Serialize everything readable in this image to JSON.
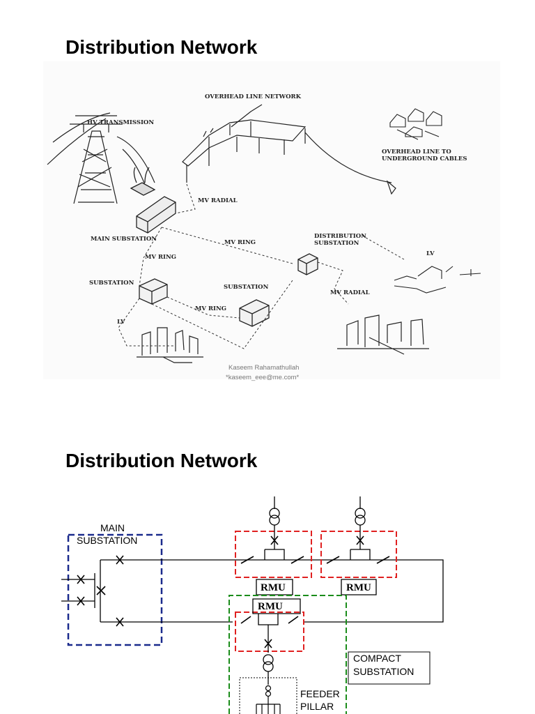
{
  "slides": [
    {
      "title": "Distribution Network"
    },
    {
      "title": "Distribution Network"
    }
  ],
  "sketch": {
    "labels": {
      "overhead_line_network": "OVERHEAD LINE NETWORK",
      "hv_transmission": "HV TRANSMISSION",
      "overhead_to_underground_1": "OVERHEAD LINE TO",
      "overhead_to_underground_2": "UNDERGROUND CABLES",
      "mv_radial_top": "MV RADIAL",
      "main_substation": "MAIN SUBSTATION",
      "mv_ring_center": "MV RING",
      "distribution_substation_1": "DISTRIBUTION",
      "distribution_substation_2": "SUBSTATION",
      "lv_right": "LV",
      "mv_ring_left": "MV RING",
      "substation_left": "SUBSTATION",
      "substation_center": "SUBSTATION",
      "mv_radial_bottom": "MV RADIAL",
      "mv_ring_bottom": "MV RING",
      "lv_left": "LV"
    },
    "watermark": {
      "name": "Kaseem Rahamathullah",
      "email": "*kaseem_eee@me.com*"
    }
  },
  "schematic": {
    "main_substation_1": "MAIN",
    "main_substation_2": "SUBSTATION",
    "rmu_1": "RMU",
    "rmu_2": "RMU",
    "rmu_3": "RMU",
    "compact_substation_1": "COMPACT",
    "compact_substation_2": "SUBSTATION",
    "feeder_pillar_1": "FEEDER",
    "feeder_pillar_2": "PILLAR"
  },
  "colors": {
    "main_substation_box": "#1a2a8c",
    "rmu_box": "#e02020",
    "compact_substation_box": "#1a8c1a"
  }
}
